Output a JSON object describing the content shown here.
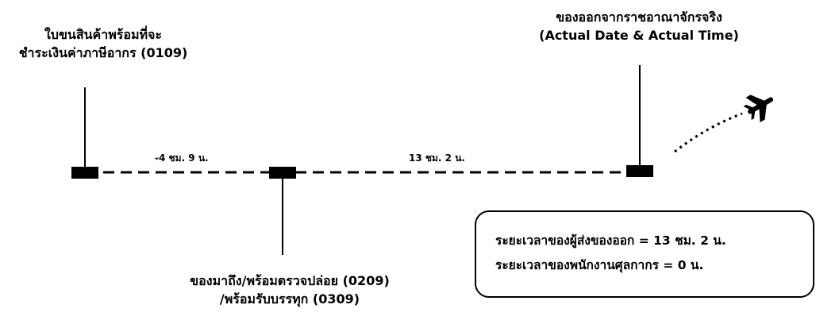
{
  "milestones": {
    "left": {
      "line1": "ใบขนสินค้าพร้อมที่จะ",
      "line2": "ชำระเงินค่าภาษีอากร (0109)"
    },
    "middle": {
      "line1": "ของมาถึง/พร้อมตรวจปล่อย (0209)",
      "line2": "/พร้อมรับบรรทุก (0309)"
    },
    "right": {
      "line1": "ของออกจากราชอาณาจักรจริง",
      "line2": "(Actual Date & Actual Time)"
    }
  },
  "durations": {
    "first": "-4 ชม. 9 น.",
    "second": "13 ชม. 2 น."
  },
  "summary": {
    "exporter_time": "ระยะเวลาของผู้ส่งของออก = 13 ชม. 2 น.",
    "customs_time": "ระยะเวลาของพนักงานศุลกากร = 0 น."
  },
  "icons": {
    "plane": "airplane-icon"
  },
  "colors": {
    "line": "#000000",
    "background": "#ffffff"
  }
}
